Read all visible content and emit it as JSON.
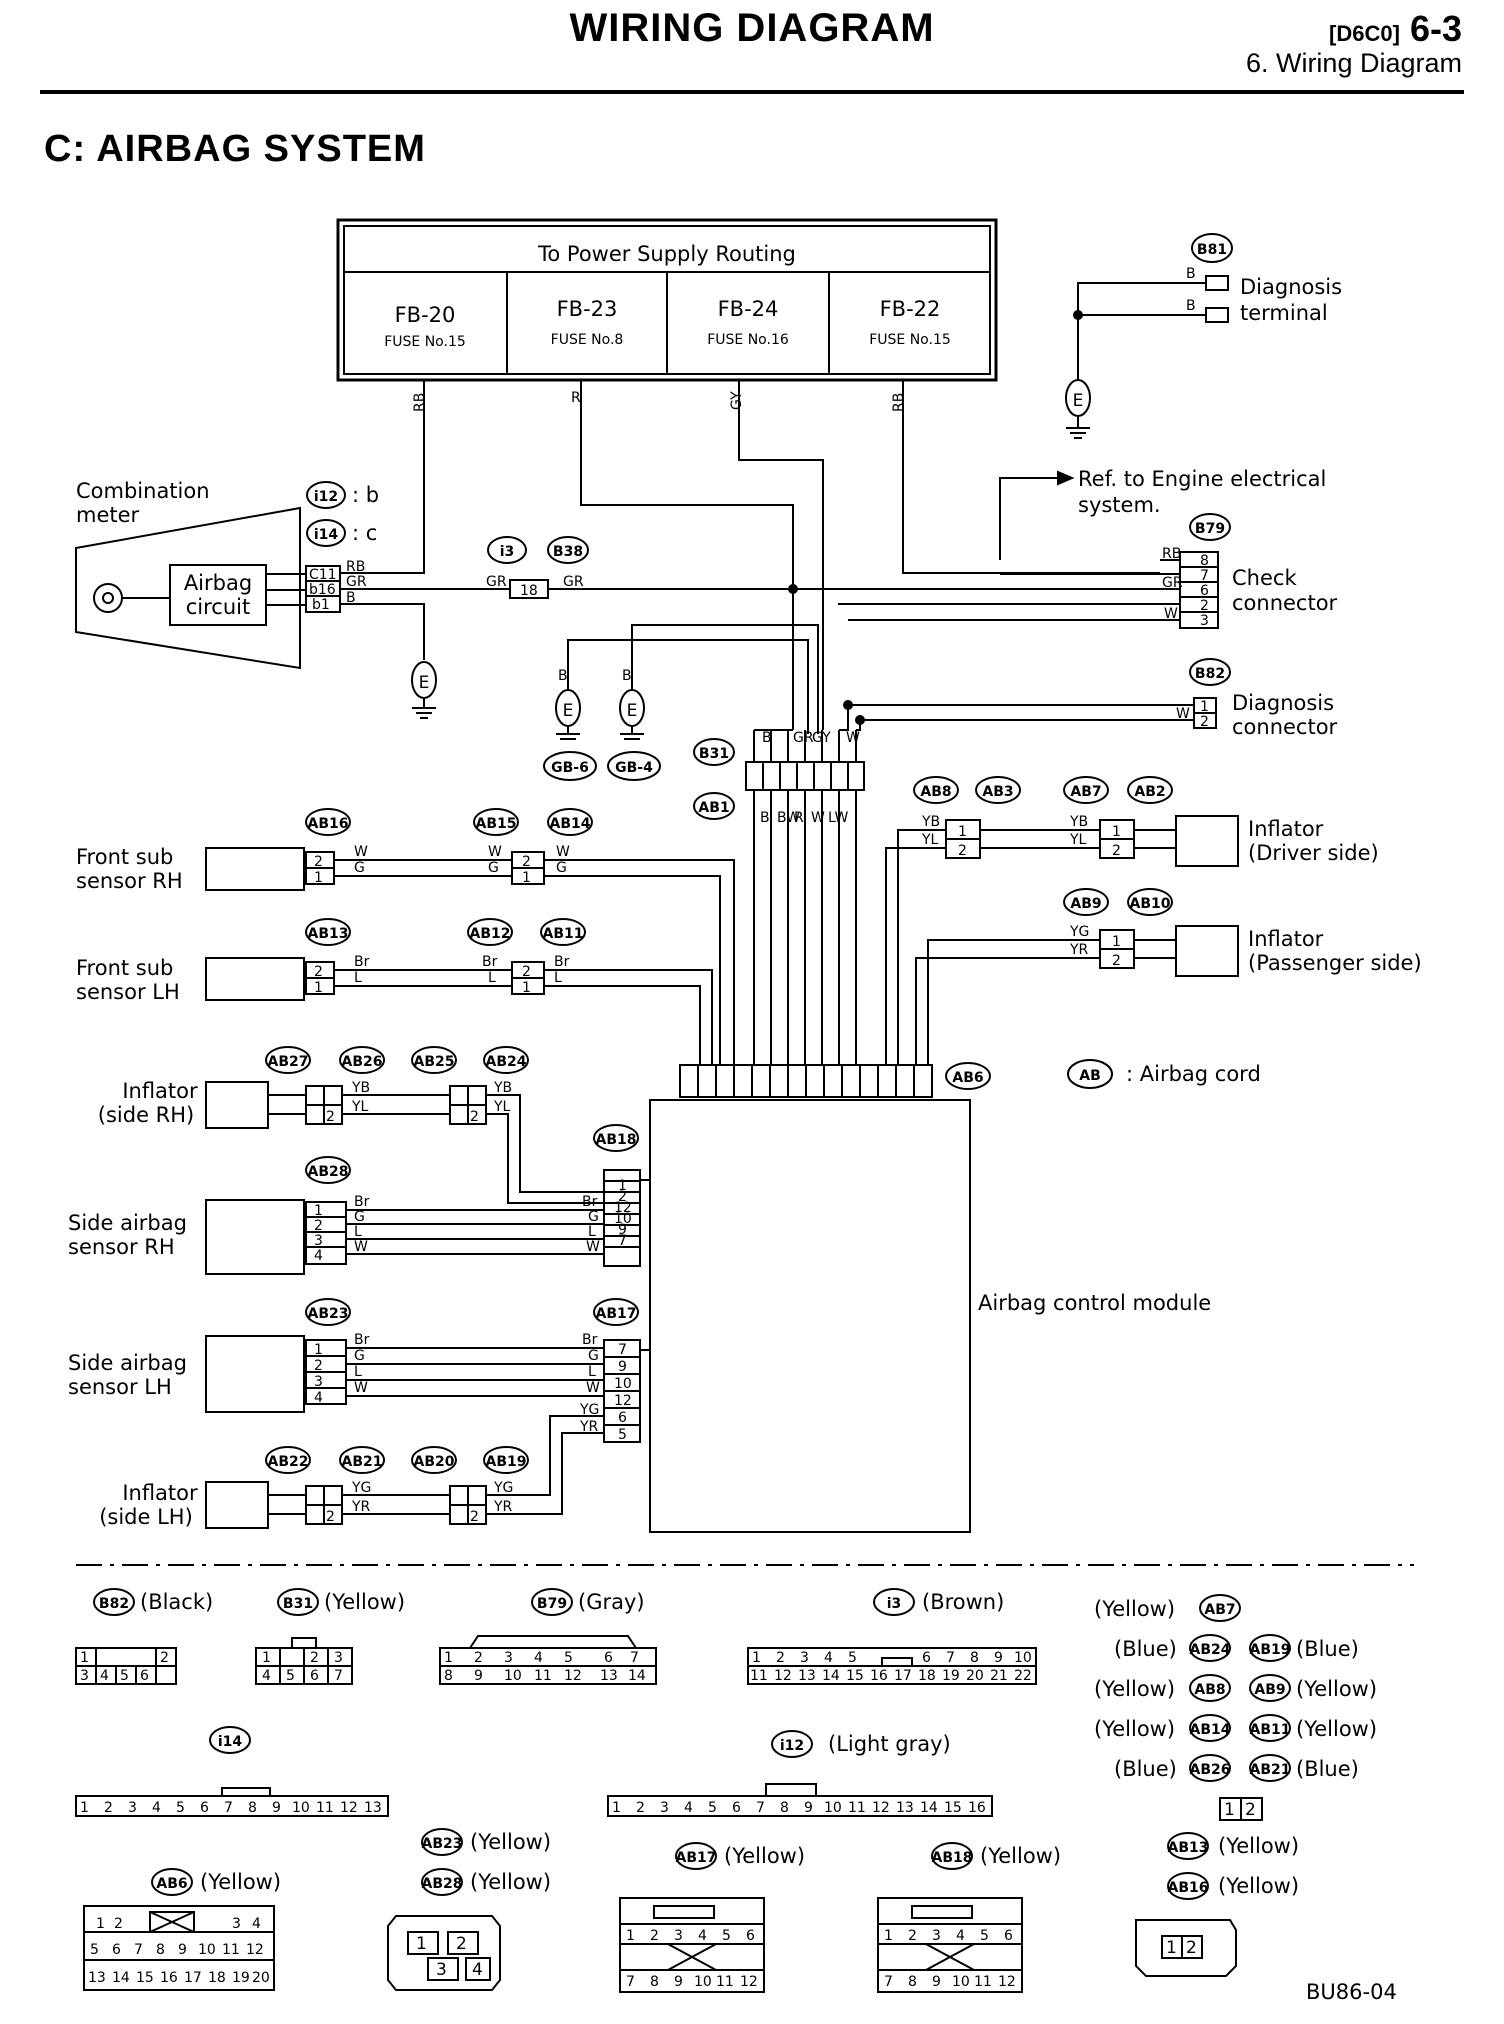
{
  "header": {
    "title": "WIRING DIAGRAM",
    "code": "[D6C0]",
    "page": "6-3",
    "subtitle": "6. Wiring Diagram"
  },
  "section_title": "C: AIRBAG SYSTEM",
  "power": {
    "title": "To Power Supply Routing",
    "fuses": [
      {
        "name": "FB-20",
        "fuse": "FUSE No.15"
      },
      {
        "name": "FB-23",
        "fuse": "FUSE No.8"
      },
      {
        "name": "FB-24",
        "fuse": "FUSE No.16"
      },
      {
        "name": "FB-22",
        "fuse": "FUSE No.15"
      }
    ]
  },
  "labels": {
    "combination_meter": [
      "Combination",
      "meter"
    ],
    "airbag_circuit": [
      "Airbag",
      "circuit"
    ],
    "i12_b": ": b",
    "i14_c": ": c",
    "diagnosis_terminal": [
      "Diagnosis",
      "terminal"
    ],
    "ref_engine": [
      "Ref. to Engine electrical",
      "system."
    ],
    "check_connector": [
      "Check",
      "connector"
    ],
    "diagnosis_connector": [
      "Diagnosis",
      "connector"
    ],
    "front_sub_rh": [
      "Front sub",
      "sensor RH"
    ],
    "front_sub_lh": [
      "Front sub",
      "sensor LH"
    ],
    "inflator_driver": [
      "Inflator",
      "(Driver side)"
    ],
    "inflator_passenger": [
      "Inflator",
      "(Passenger side)"
    ],
    "airbag_cord": ": Airbag cord",
    "inflator_side_rh": [
      "Inflator",
      "(side RH)"
    ],
    "side_sensor_rh": [
      "Side airbag",
      "sensor RH"
    ],
    "side_sensor_lh": [
      "Side airbag",
      "sensor LH"
    ],
    "inflator_side_lh": [
      "Inflator",
      "(side LH)"
    ],
    "control_module": "Airbag control module",
    "gb6": "GB-6",
    "gb4": "GB-4",
    "figure_code": "BU86-04"
  },
  "connector_ids": {
    "B81": "B81",
    "i12": "i12",
    "i14": "i14",
    "i3": "i3",
    "B38": "B38",
    "B79": "B79",
    "B82": "B82",
    "B31": "B31",
    "AB1": "AB1",
    "AB8": "AB8",
    "AB3": "AB3",
    "AB7": "AB7",
    "AB2": "AB2",
    "AB16": "AB16",
    "AB15": "AB15",
    "AB14": "AB14",
    "AB13": "AB13",
    "AB12": "AB12",
    "AB11": "AB11",
    "AB9": "AB9",
    "AB10": "AB10",
    "AB6": "AB6",
    "AB": "AB",
    "AB27": "AB27",
    "AB26": "AB26",
    "AB25": "AB25",
    "AB24": "AB24",
    "AB18": "AB18",
    "AB28": "AB28",
    "AB23": "AB23",
    "AB17": "AB17",
    "AB22": "AB22",
    "AB21": "AB21",
    "AB20": "AB20",
    "AB19": "AB19"
  },
  "wire_colors": {
    "RB": "RB",
    "R": "R",
    "GY": "GY",
    "B": "B",
    "GR": "GR",
    "W": "W",
    "YB": "YB",
    "YL": "YL",
    "YG": "YG",
    "YR": "YR",
    "G": "G",
    "Br": "Br",
    "L": "L",
    "BW": "BW",
    "LW": "LW"
  },
  "legend": {
    "b82": "(Black)",
    "b31": "(Yellow)",
    "b79": "(Gray)",
    "i3": "(Brown)",
    "i12": "(Light gray)",
    "ab6": "(Yellow)",
    "ab23": "(Yellow)",
    "ab28": "(Yellow)",
    "ab17": "(Yellow)",
    "ab18": "(Yellow)",
    "ab13": "(Yellow)",
    "ab16": "(Yellow)",
    "yellow": "(Yellow)",
    "blue": "(Blue)"
  },
  "pins": {
    "b82_top": [
      "1",
      "2"
    ],
    "b82_bot": [
      "3",
      "4",
      "5",
      "6"
    ],
    "b31_top": [
      "1",
      "2",
      "3"
    ],
    "b31_bot": [
      "4",
      "5",
      "6",
      "7"
    ],
    "b79_top": [
      "1",
      "2",
      "3",
      "4",
      "5",
      "6",
      "7"
    ],
    "b79_bot": [
      "8",
      "9",
      "10",
      "11",
      "12",
      "13",
      "14"
    ],
    "i3_top": [
      "1",
      "2",
      "3",
      "4",
      "5",
      "6",
      "7",
      "8",
      "9",
      "10"
    ],
    "i3_bot": [
      "11",
      "12",
      "13",
      "14",
      "15",
      "16",
      "17",
      "18",
      "19",
      "20",
      "21",
      "22"
    ],
    "i14": [
      "1",
      "2",
      "3",
      "4",
      "5",
      "6",
      "7",
      "8",
      "9",
      "10",
      "11",
      "12",
      "13"
    ],
    "i12": [
      "1",
      "2",
      "3",
      "4",
      "5",
      "6",
      "7",
      "8",
      "9",
      "10",
      "11",
      "12",
      "13",
      "14",
      "15",
      "16"
    ],
    "ab6_r1": [
      "1",
      "2",
      "3",
      "4"
    ],
    "ab6_r2": [
      "5",
      "6",
      "7",
      "8",
      "9",
      "10",
      "11",
      "12"
    ],
    "ab6_r3": [
      "13",
      "14",
      "15",
      "16",
      "17",
      "18",
      "19",
      "20"
    ],
    "ab23_top": [
      "1",
      "2"
    ],
    "ab23_bot": [
      "3",
      "4"
    ],
    "ab17_top": [
      "1",
      "2",
      "3",
      "4",
      "5",
      "6"
    ],
    "ab17_bot": [
      "7",
      "8",
      "9",
      "10",
      "11",
      "12"
    ],
    "two": [
      "1",
      "2"
    ]
  }
}
